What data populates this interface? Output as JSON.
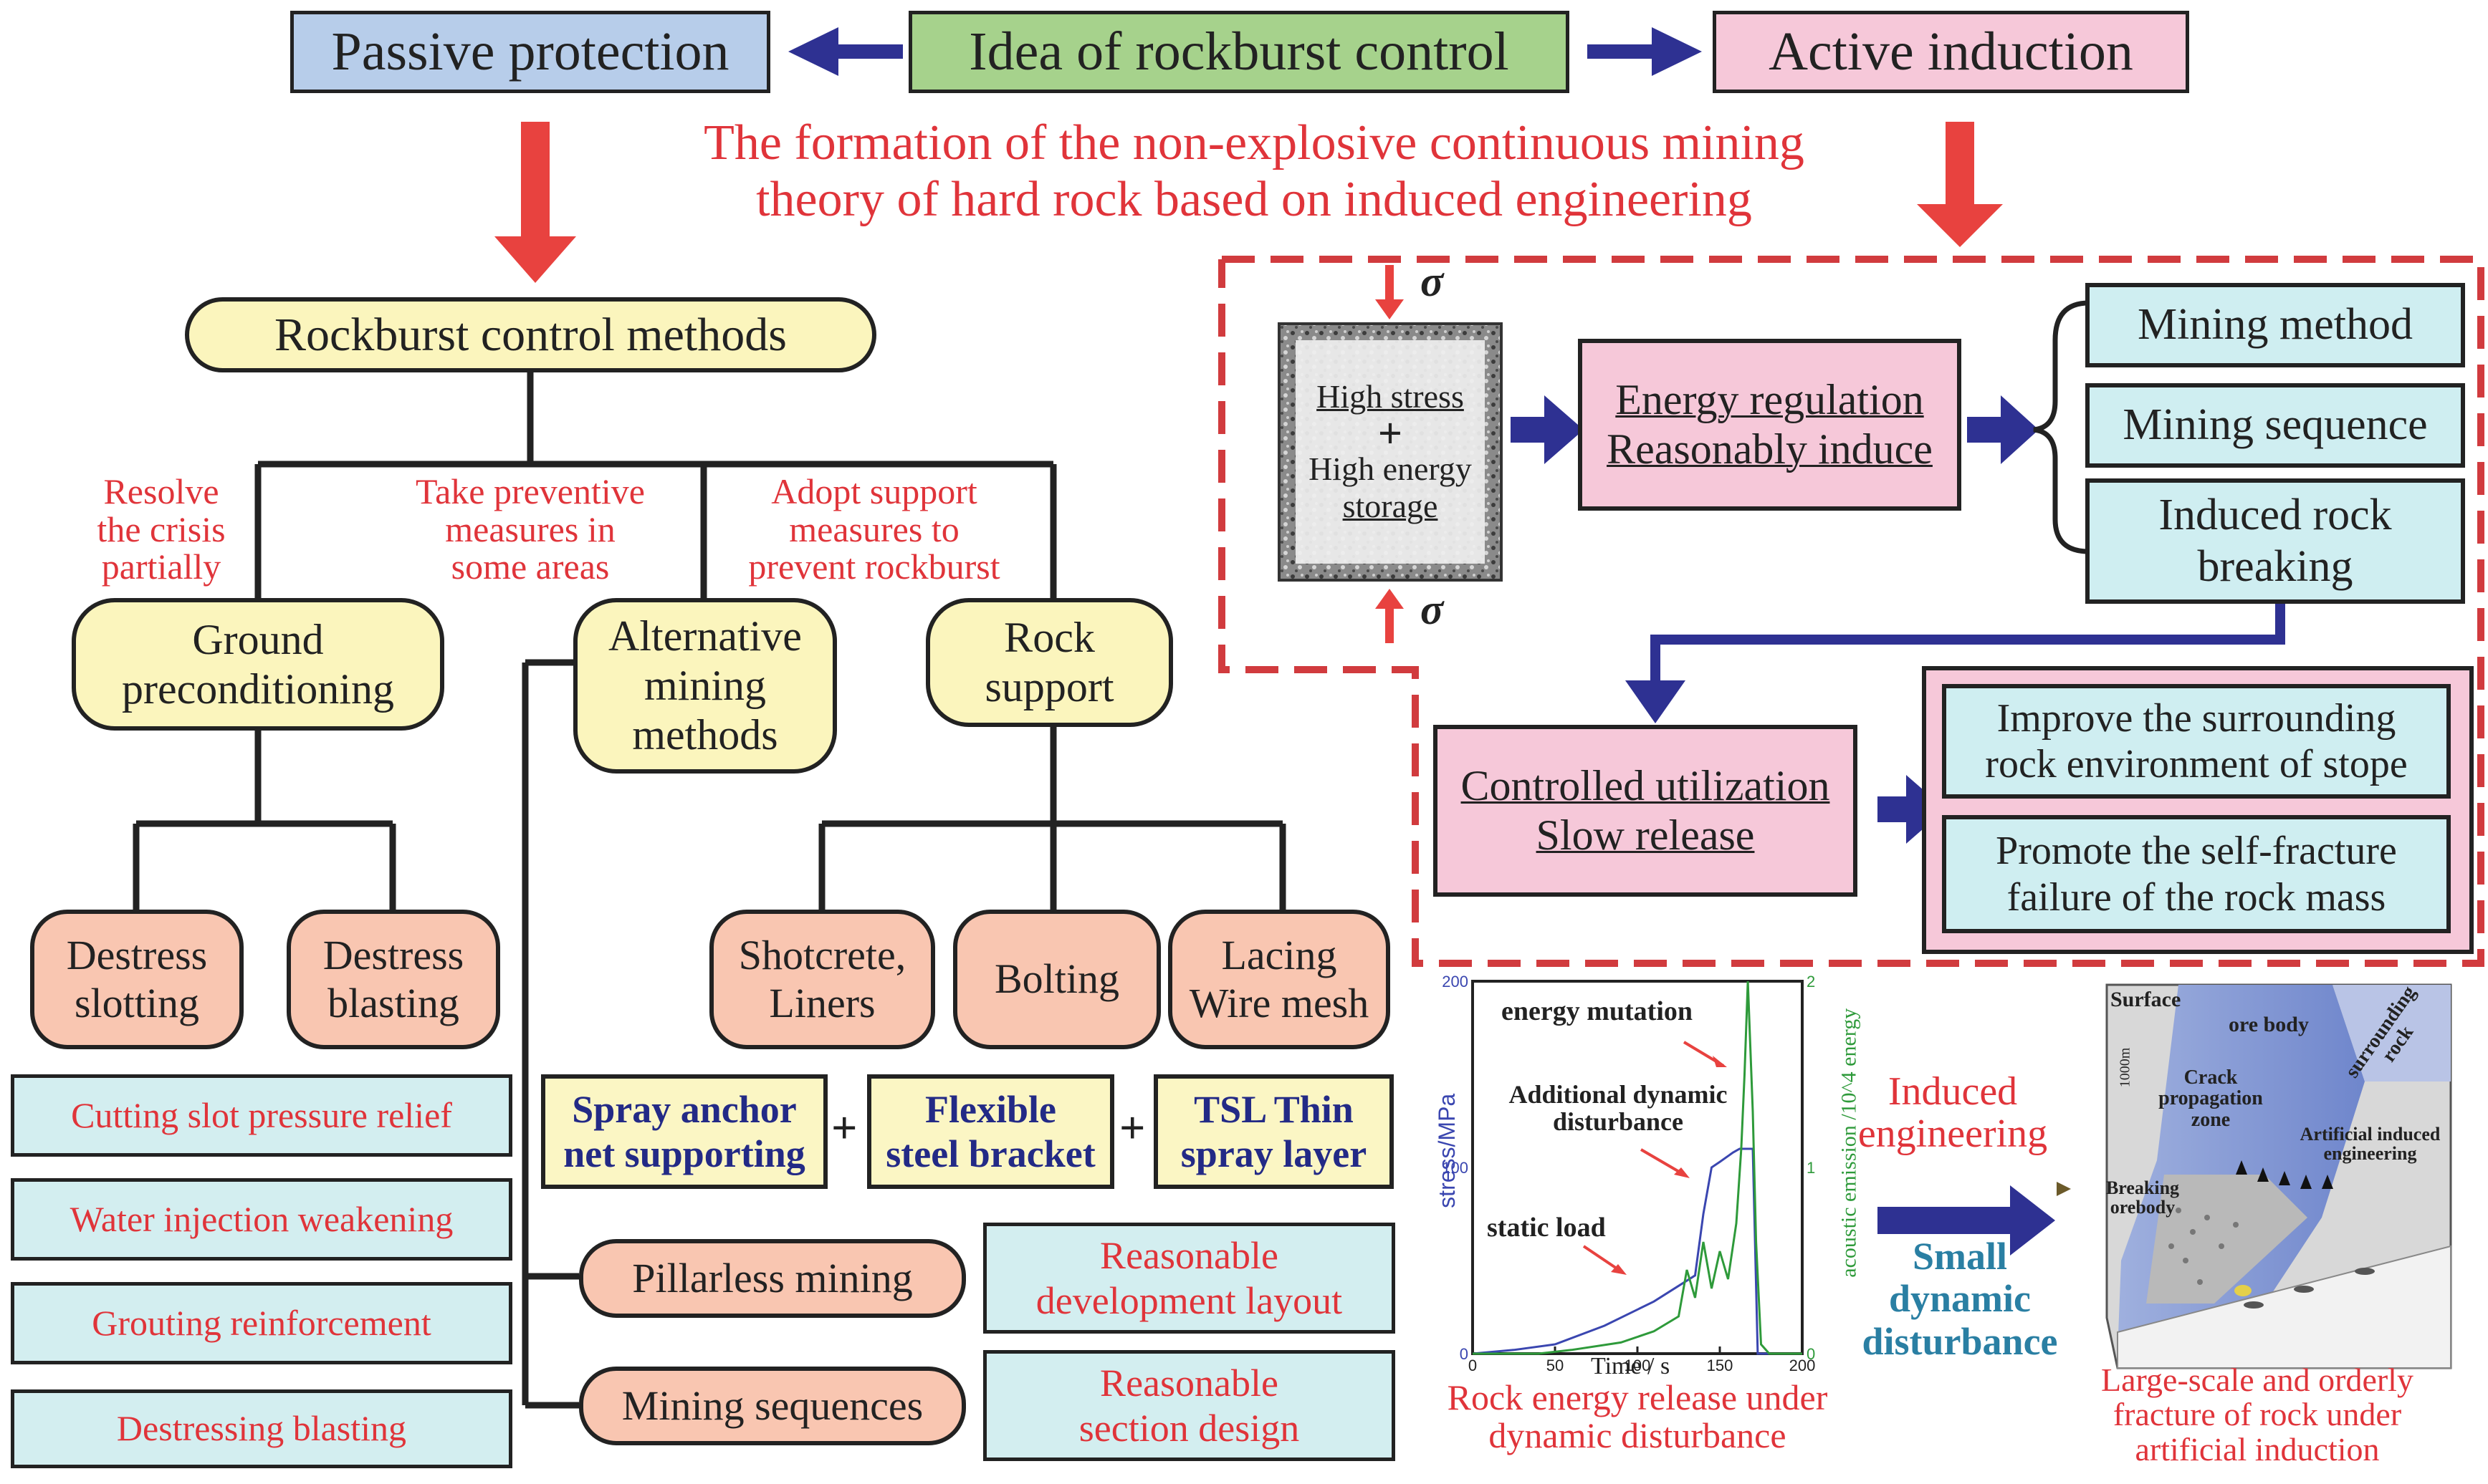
{
  "top": {
    "passive": "Passive protection",
    "idea": "Idea of rockburst control",
    "active": "Active induction",
    "formation_line1": "The formation of the non-explosive continuous mining",
    "formation_line2": "theory  of hard rock based on induced engineering"
  },
  "methods": {
    "title": "Rockburst control methods",
    "branch_labels": [
      [
        "Resolve",
        "the crisis",
        "partially"
      ],
      [
        "Take preventive",
        "measures in",
        "some areas"
      ],
      [
        "Adopt support",
        "measures to",
        "prevent rockburst"
      ]
    ],
    "ground": [
      "Ground",
      "preconditioning"
    ],
    "alternative": [
      "Alternative",
      "mining",
      "methods"
    ],
    "rock_support": [
      "Rock",
      "support"
    ],
    "destress_slotting": [
      "Destress",
      "slotting"
    ],
    "destress_blasting": [
      "Destress",
      "blasting"
    ],
    "shotcrete": [
      "Shotcrete,",
      "Liners"
    ],
    "bolting": "Bolting",
    "lacing": [
      "Lacing",
      "Wire mesh"
    ],
    "ground_measures": [
      "Cutting slot pressure relief",
      "Water injection weakening",
      "Grouting reinforcement",
      "Destressing blasting"
    ],
    "support_types": [
      [
        "Spray anchor",
        "net supporting"
      ],
      [
        "Flexible",
        "steel bracket"
      ],
      [
        "TSL Thin",
        "spray layer"
      ]
    ],
    "plus": "+",
    "pillarless": "Pillarless mining",
    "sequences": "Mining sequences",
    "dev_layout": [
      "Reasonable",
      "development layout"
    ],
    "section_design": [
      "Reasonable",
      "section design"
    ]
  },
  "induction": {
    "sigma": "σ",
    "specimen": [
      "High stress",
      "+",
      "High energy",
      "storage"
    ],
    "energy_reg": [
      "Energy regulation",
      "Reasonably induce"
    ],
    "options": [
      "Mining method",
      "Mining sequence",
      [
        "Induced rock",
        "breaking"
      ]
    ],
    "controlled": [
      "Controlled utilization",
      "Slow release "
    ],
    "outcomes": [
      [
        "Improve the surrounding",
        "rock environment of stope"
      ],
      [
        "Promote the self-fracture",
        "failure of the rock mass"
      ]
    ]
  },
  "chart_data": {
    "type": "line",
    "xlabel": "Time / s",
    "ylabel": "stress/MPa",
    "y2label": "acoustic emission /10^4 energy",
    "xlim": [
      0,
      200
    ],
    "ylim": [
      0,
      200
    ],
    "y2lim": [
      0,
      2
    ],
    "x_ticks": [
      "0",
      "50",
      "100",
      "150",
      "200"
    ],
    "y_ticks": [
      "0",
      "100",
      "200"
    ],
    "y2_ticks": [
      "0",
      "1",
      "2"
    ],
    "series": [
      {
        "color": "#3a46b0",
        "x": [
          0,
          25,
          50,
          80,
          110,
          135,
          140,
          145,
          150,
          158,
          162,
          170,
          173,
          175,
          180,
          200
        ],
        "y": [
          0,
          2,
          5,
          15,
          28,
          42,
          75,
          100,
          103,
          108,
          110,
          110,
          0,
          0,
          0,
          0
        ]
      },
      {
        "color": "#2e9a3a",
        "x": [
          0,
          40,
          60,
          90,
          110,
          125,
          130,
          135,
          140,
          145,
          150,
          155,
          160,
          163,
          165,
          167,
          170,
          172,
          175,
          180,
          200
        ],
        "y": [
          0,
          0,
          2,
          6,
          12,
          20,
          45,
          30,
          60,
          35,
          55,
          40,
          70,
          110,
          150,
          200,
          130,
          60,
          5,
          0,
          0
        ]
      }
    ],
    "annotations": [
      "energy mutation",
      [
        "Additional dynamic",
        "disturbance"
      ],
      "static load"
    ],
    "caption": [
      "Rock energy release under",
      "dynamic disturbance"
    ]
  },
  "schematic": {
    "induced": [
      "Induced",
      "engineering"
    ],
    "small": [
      "Small",
      "dynamic",
      "disturbance"
    ],
    "labels": {
      "surface": "Surface",
      "ore_body": "ore body",
      "surrounding": [
        "surrounding",
        "rock"
      ],
      "crack": [
        "Crack",
        "propagation",
        "zone"
      ],
      "artificial": [
        "Artificial induced",
        "engineering"
      ],
      "breaking": [
        "Breaking",
        "orebody"
      ],
      "depth": "1000m"
    },
    "caption": [
      "Large-scale and orderly",
      "fracture of rock under",
      "artificial induction"
    ]
  },
  "colors": {
    "red": "#e0343a",
    "navy": "#2e3192",
    "passive": "#b7cdea",
    "idea": "#a6d28c",
    "active": "#f6c8d9",
    "yellow": "#fbf5bd",
    "salmon": "#f9c6b1",
    "cyan": "#d3eef0"
  }
}
